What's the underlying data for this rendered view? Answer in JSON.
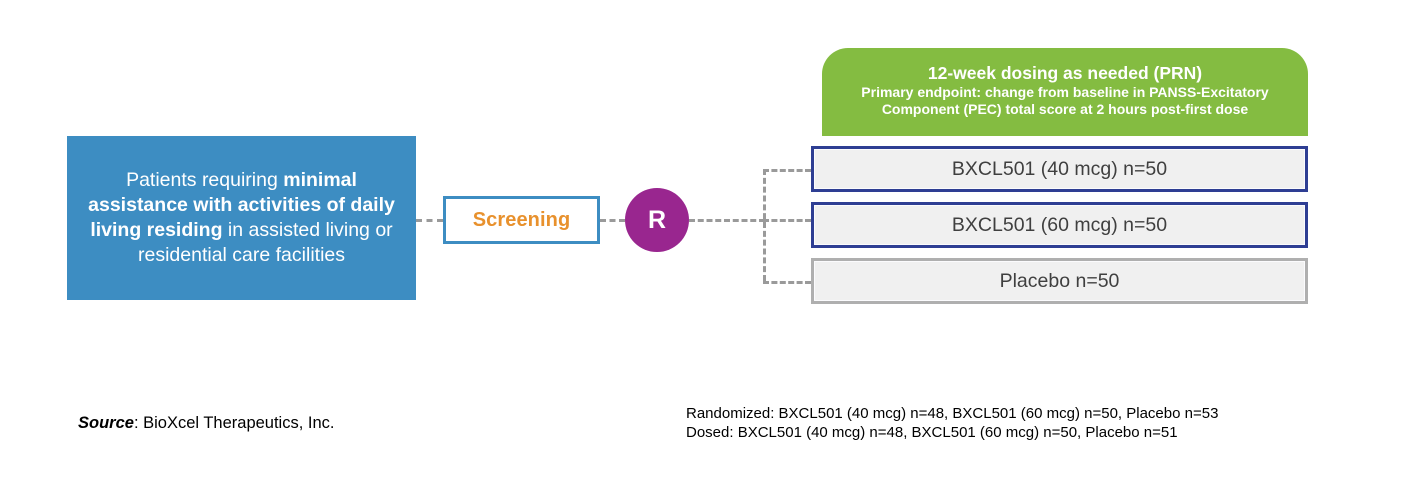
{
  "population": {
    "line_1_plain": "Patients requiring ",
    "line_1_bold": "minimal assistance with activities of daily living residing",
    "line_2_plain": " in assisted living or residential care facilities",
    "full_text": "Patients requiring minimal assistance with activities of daily living residing in assisted living or residential care facilities"
  },
  "screening": {
    "label": "Screening"
  },
  "randomization": {
    "label": "R"
  },
  "prn_header": {
    "title": "12-week dosing as needed (PRN)",
    "subtitle_line_1": "Primary endpoint: change from baseline in PANSS-Excitatory",
    "subtitle_line_2": "Component (PEC) total score at 2 hours post-first dose"
  },
  "arms": [
    {
      "label": "BXCL501 (40 mcg) n=50",
      "type": "treatment"
    },
    {
      "label": "BXCL501 (60 mcg) n=50",
      "type": "treatment"
    },
    {
      "label": "Placebo n=50",
      "type": "control"
    }
  ],
  "footnotes": {
    "source_word": "Source",
    "source_rest": ": BioXcel Therapeutics, Inc.",
    "randomized_line": "Randomized: BXCL501 (40 mcg) n=48, BXCL501 (60 mcg) n=50, Placebo n=53",
    "dosed_line": "Dosed: BXCL501 (40 mcg) n=48, BXCL501 (60 mcg) n=50, Placebo n=51"
  },
  "colors": {
    "population_blue": "#3D8DC2",
    "screening_orange": "#E8912D",
    "randomize_purple": "#99268F",
    "prn_green": "#84BC41",
    "treatment_border_navy": "#2E3E93",
    "control_border_gray": "#AFAFAF",
    "arm_fill": "#F0F0F0",
    "connector_gray": "#9A9A9A"
  }
}
